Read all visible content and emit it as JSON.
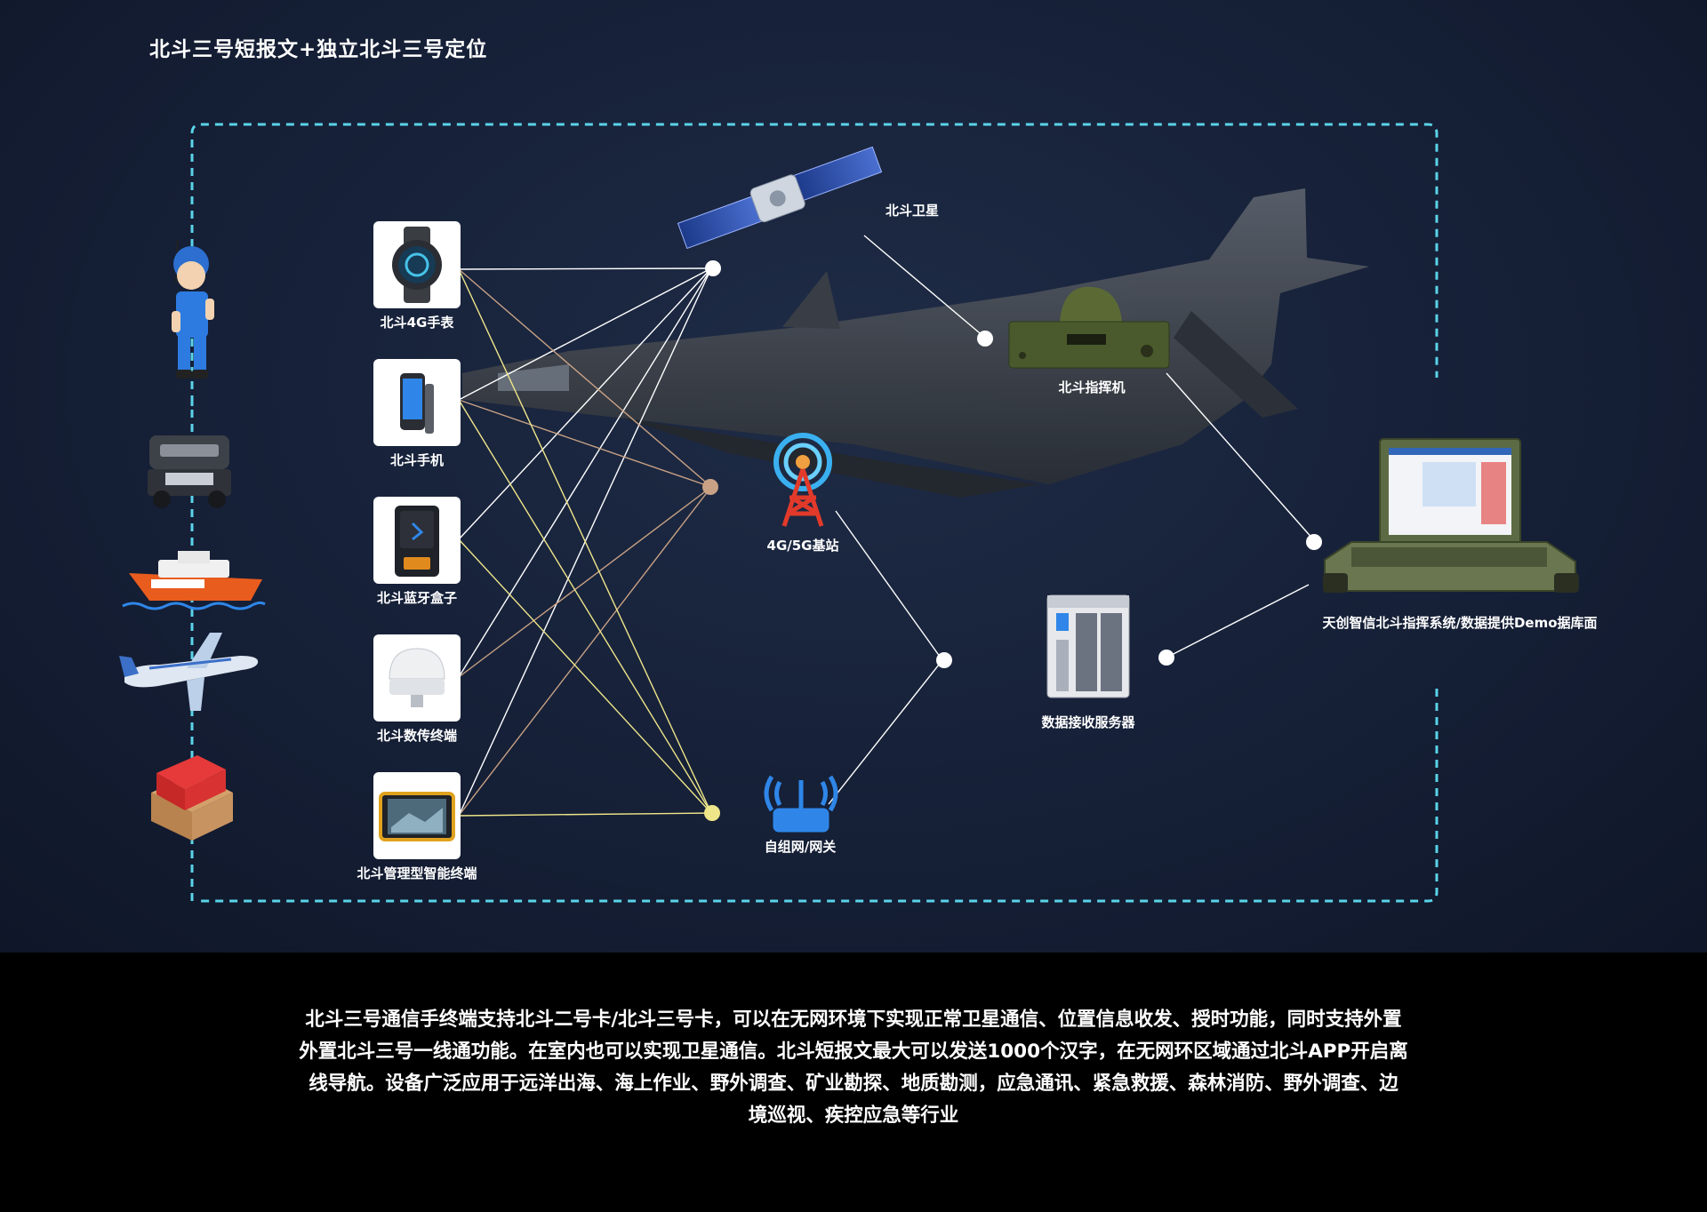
{
  "title": "北斗三号短报文+独立北斗三号定位",
  "devices": [
    {
      "label": "北斗4G手表",
      "icon": "smartwatch-icon"
    },
    {
      "label": "北斗手机",
      "icon": "phone-icon"
    },
    {
      "label": "北斗蓝牙盒子",
      "icon": "bluetooth-box-icon"
    },
    {
      "label": "北斗数传终端",
      "icon": "data-terminal-icon"
    },
    {
      "label": "北斗管理型智能终端",
      "icon": "tablet-terminal-icon"
    }
  ],
  "left_icons": [
    "soldier-icon",
    "suv-icon",
    "rescue-boat-icon",
    "airplane-icon",
    "parcel-icon"
  ],
  "satellite_label": "北斗卫星",
  "commander_label": "北斗指挥机",
  "base_station_label": "4G/5G基站",
  "mesh_label": "自组网/网关",
  "server_label": "数据接收服务器",
  "laptop_label": "天创智信北斗指挥系统/数据提供Demo据库面",
  "colors": {
    "dashed_border": "#5ad3e8",
    "white_line": "#ffffff",
    "tan_line": "#c9a184",
    "yellow_line": "#efe68a"
  },
  "description_lines": [
    "北斗三号通信手终端支持北斗二号卡/北斗三号卡，可以在无网环境下实现正常卫星通信、位置信息收发、授时功能，同时支持外置",
    "外置北斗三号一线通功能。在室内也可以实现卫星通信。北斗短报文最大可以发送1000个汉字，在无网环区域通过北斗APP开启离",
    "线导航。设备广泛应用于远洋出海、海上作业、野外调查、矿业勘探、地质勘测，应急通讯、紧急救援、森林消防、野外调查、边",
    "境巡视、疾控应急等行业"
  ]
}
